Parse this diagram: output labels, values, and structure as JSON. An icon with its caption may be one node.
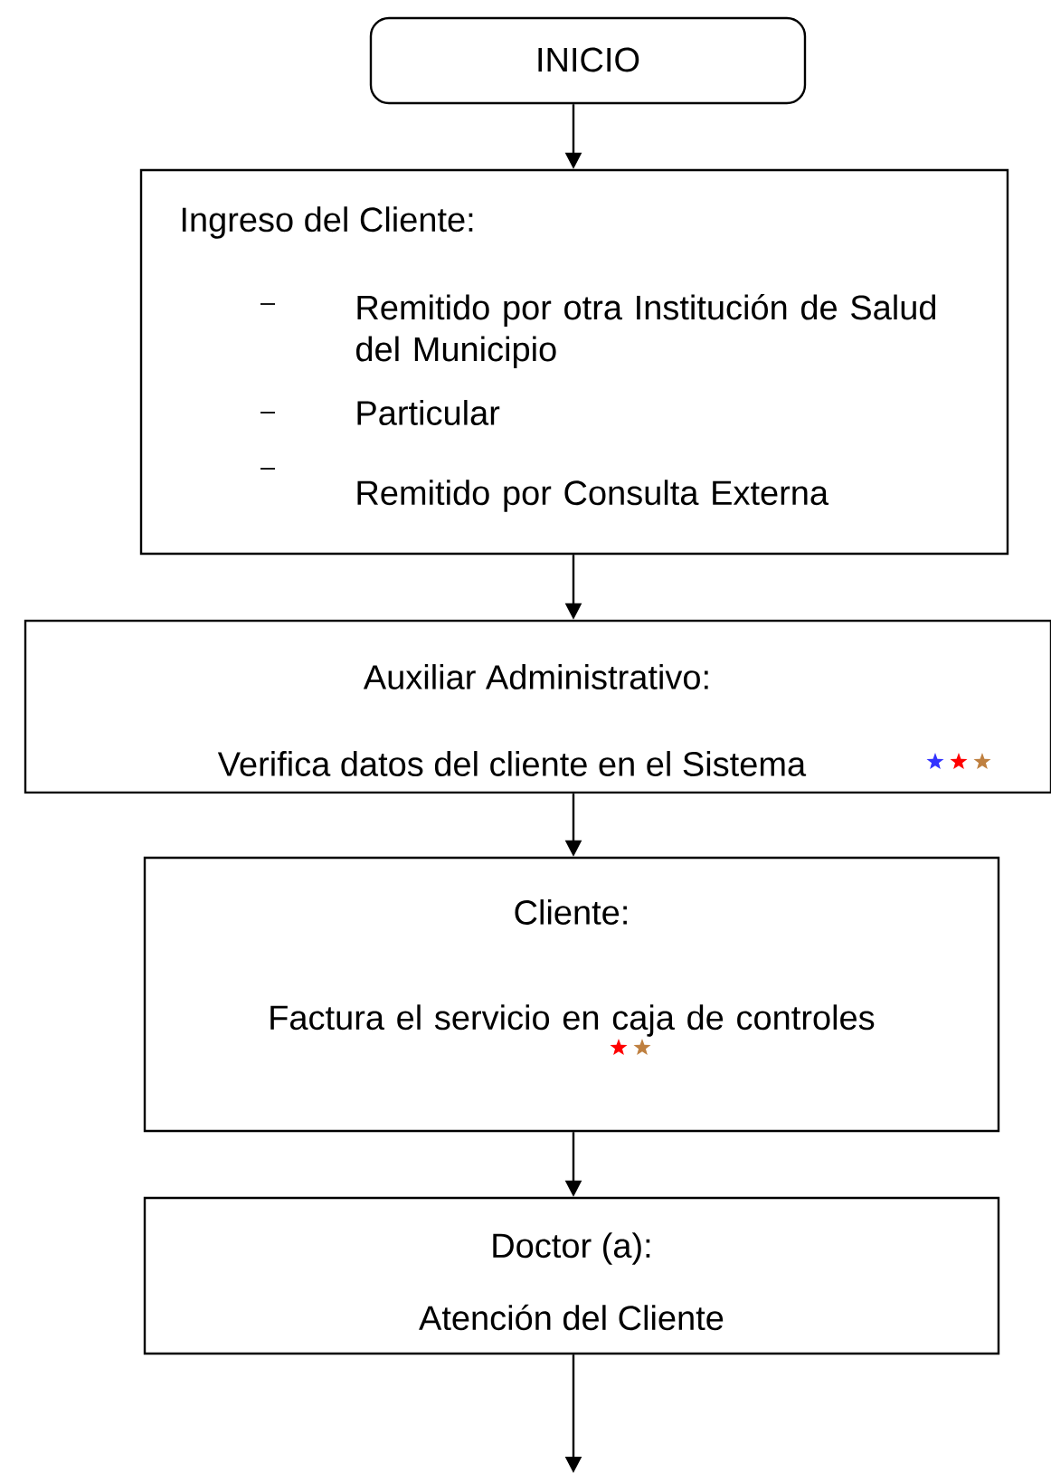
{
  "diagram": {
    "nodes": [
      {
        "text": [
          "INICIO"
        ]
      },
      {
        "text": [
          "Ingreso del Cliente:",
          "Remitido por otra Institución de Salud   del Municipio",
          "Particular",
          "Remitido por Consulta Externa"
        ]
      },
      {
        "text": [
          "Auxiliar Administrativo:",
          "Verifica datos del cliente en el Sistema"
        ]
      },
      {
        "text": [
          "Cliente:",
          "Factura el servicio en caja de controles"
        ]
      },
      {
        "text": [
          "Doctor (a):",
          "Atención del Cliente"
        ]
      }
    ],
    "edges": [
      {
        "from": 0,
        "to": 1,
        "arrow": "to"
      },
      {
        "from": 1,
        "to": 2,
        "arrow": "to"
      },
      {
        "from": 2,
        "to": 3,
        "arrow": "to"
      },
      {
        "from": 3,
        "to": 4,
        "arrow": "to"
      },
      {
        "from": 4,
        "to": null,
        "arrow": "to"
      }
    ]
  }
}
